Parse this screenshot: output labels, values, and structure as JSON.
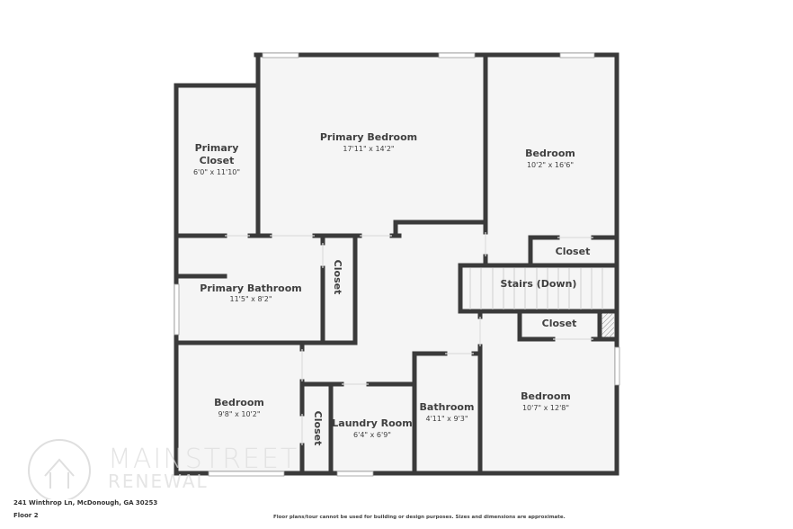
{
  "plan": {
    "rooms": [
      {
        "name": "Primary Bedroom",
        "dims": "17'11\" x 14'2\""
      },
      {
        "name": "Primary",
        "name2": "Closet",
        "dims": "6'0\" x 11'10\""
      },
      {
        "name": "Bedroom",
        "dims": "10'2\" x 16'6\""
      },
      {
        "name": "Closet"
      },
      {
        "name": "Stairs (Down)"
      },
      {
        "name": "Closet"
      },
      {
        "name": "Primary Bathroom",
        "dims": "11'5\" x 8'2\""
      },
      {
        "name": "Closet"
      },
      {
        "name": "Bedroom",
        "dims": "9'8\" x 10'2\""
      },
      {
        "name": "Closet"
      },
      {
        "name": "Laundry Room",
        "dims": "6'4\" x 6'9\""
      },
      {
        "name": "Bathroom",
        "dims": "4'11\" x 9'3\""
      },
      {
        "name": "Bedroom",
        "dims": "10'7\" x 12'8\""
      }
    ]
  },
  "footer": {
    "address": "241 Winthrop Ln, McDonough, GA 30253",
    "floor": "Floor 2",
    "disclaimer": "Floor plans/tour cannot be used for building or design purposes. Sizes and dimensions are approximate."
  },
  "watermark": {
    "line1": "MAINSTREET",
    "line2": "RENEWAL"
  },
  "colors": {
    "wall": "#3a3a3a",
    "floor": "#f5f5f5",
    "text": "#3f3f3f"
  }
}
